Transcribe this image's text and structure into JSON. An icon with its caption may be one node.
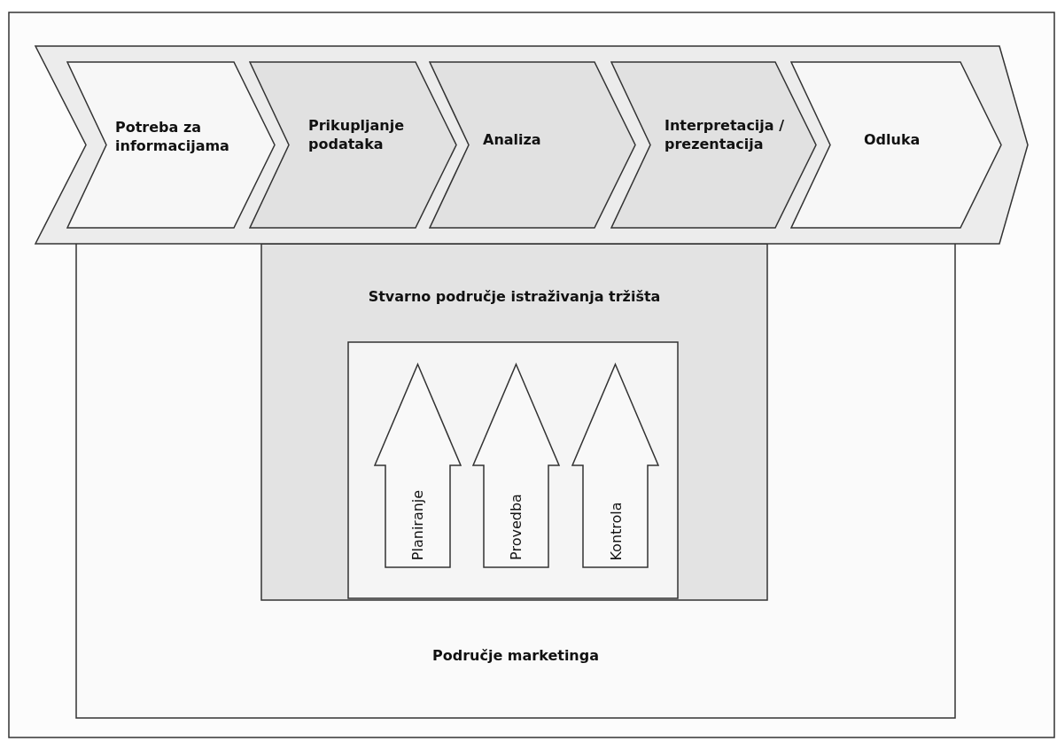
{
  "diagram": {
    "nodes": [
      {
        "text": [],
        "shape": "chevron"
      },
      {
        "text": [
          "Potreba za informacijama"
        ],
        "in": 0
      },
      {
        "text": [
          "Prikupljanje podataka"
        ],
        "in": 0
      },
      {
        "text": [
          "Analiza"
        ],
        "in": 0
      },
      {
        "text": [
          "Interpretacija / prezentacija"
        ],
        "in": 0
      },
      {
        "text": [
          "Odluka"
        ],
        "in": 0
      },
      {
        "text": [
          "Područje marketinga"
        ]
      },
      {
        "text": [
          "Stvarno područje istraživanja tržišta"
        ],
        "in": 6
      },
      {
        "text": [],
        "shape": "box",
        "in": 7
      },
      {
        "text": [
          "Planiranje"
        ],
        "in": 8
      },
      {
        "text": [
          "Provedba"
        ],
        "in": 8
      },
      {
        "text": [
          "Kontrola"
        ],
        "in": 8
      }
    ]
  }
}
